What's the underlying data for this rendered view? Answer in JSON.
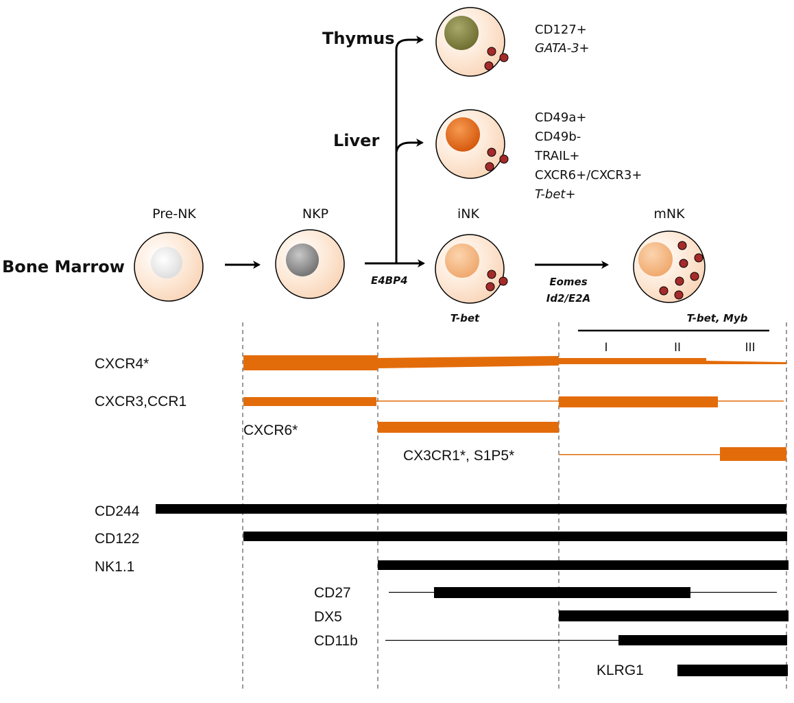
{
  "colors": {
    "orange": "#E36C0A",
    "black": "#000000",
    "cell_fill": "#FCE4D1",
    "granule": "#A52A2A",
    "nucleus_pre_nk": "#F2F2F2",
    "nucleus_nkp": "#8C8C8C",
    "nucleus_thymus": "#7F7F3F",
    "nucleus_liver": "#E2620F",
    "nucleus_ink": "#F5B880",
    "nucleus_mnk": "#F5B880"
  },
  "sites": {
    "thymus": "Thymus",
    "liver": "Liver",
    "bone_marrow": "Bone Marrow"
  },
  "stages": {
    "pre_nk": "Pre-NK",
    "nkp": "NKP",
    "ink": "iNK",
    "mnk": "mNK"
  },
  "factors": {
    "e4bp4": "E4BP4",
    "eomes": "Eomes",
    "id2_e2a": "Id2/E2A",
    "tbet": "T-bet",
    "tbet_myb": "T-bet, Myb"
  },
  "thymus_markers": [
    {
      "text": "CD127+",
      "italic": false
    },
    {
      "text": "GATA-3+",
      "italic": true
    }
  ],
  "liver_markers": [
    {
      "text": "CD49a+",
      "italic": false
    },
    {
      "text": "CD49b-",
      "italic": false
    },
    {
      "text": "TRAIL+",
      "italic": false
    },
    {
      "text": "CXCR6+/CXCR3+",
      "italic": false
    },
    {
      "text": "T-bet+",
      "italic": true
    }
  ],
  "mnk_substages": [
    "I",
    "II",
    "III"
  ],
  "receptor_labels": {
    "cxcr4": "CXCR4*",
    "cxcr3_ccr1": "CXCR3,CCR1",
    "cxcr6": "CXCR6*",
    "cx3cr1_s1p5": "CX3CR1*, S1P5*",
    "cd244": "CD244",
    "cd122": "CD122",
    "nk11": "NK1.1",
    "cd27": "CD27",
    "dx5": "DX5",
    "cd11b": "CD11b",
    "klrg1": "KLRG1"
  }
}
